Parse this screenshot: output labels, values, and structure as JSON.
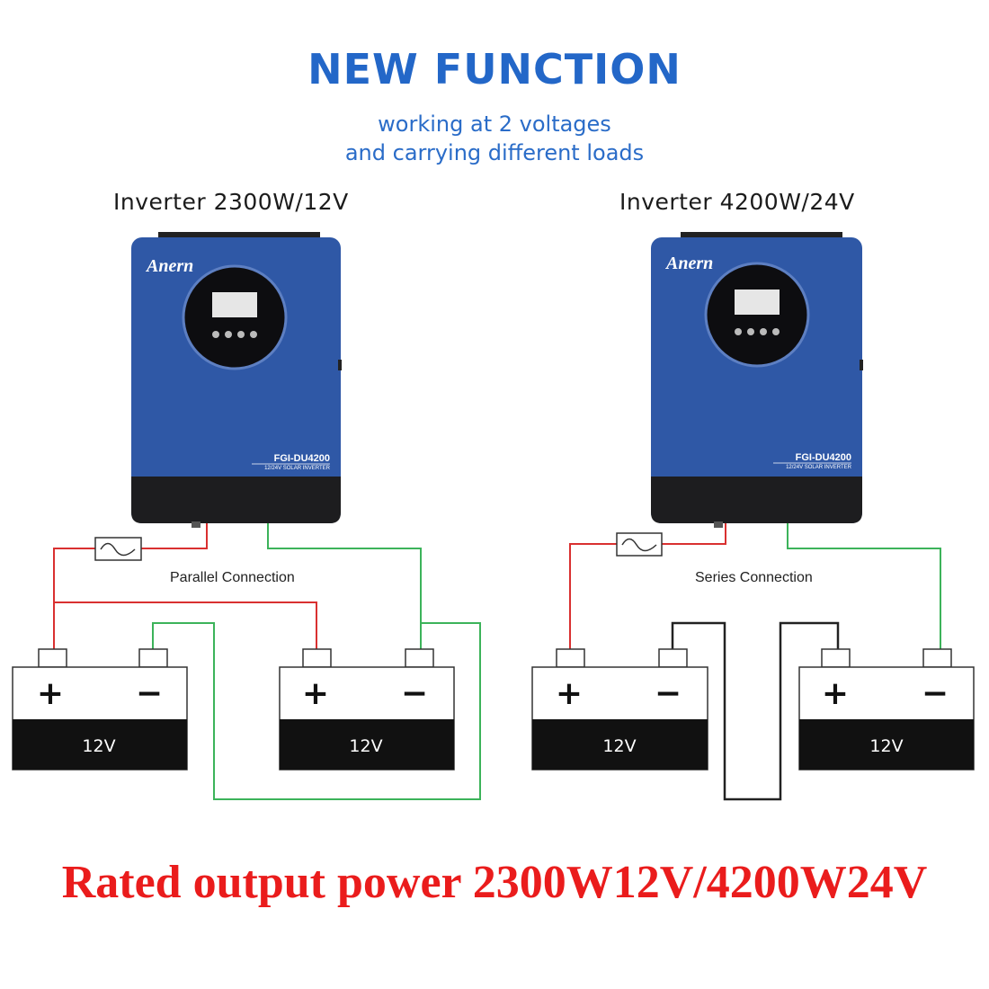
{
  "header": {
    "title": "NEW FUNCTION",
    "subtitle_line1": "working at 2 voltages",
    "subtitle_line2": "and carrying different loads"
  },
  "left_setup": {
    "inverter_label": "Inverter 2300W/12V",
    "brand": "Anern",
    "model": "FGI-DU4200",
    "model_subtitle": "12/24V SOLAR INVERTER",
    "connection_label": "Parallel Connection",
    "battery_1": {
      "plus": "+",
      "minus": "−",
      "voltage": "12V"
    },
    "battery_2": {
      "plus": "+",
      "minus": "−",
      "voltage": "12V"
    }
  },
  "right_setup": {
    "inverter_label": "Inverter 4200W/24V",
    "brand": "Anern",
    "model": "FGI-DU4200",
    "model_subtitle": "12/24V SOLAR INVERTER",
    "connection_label": "Series Connection",
    "battery_1": {
      "plus": "+",
      "minus": "−",
      "voltage": "12V"
    },
    "battery_2": {
      "plus": "+",
      "minus": "−",
      "voltage": "12V"
    }
  },
  "footer": {
    "text": "Rated output power 2300W12V/4200W24V"
  },
  "colors": {
    "title_blue": "#2367c8",
    "inverter_blue": "#2f58a6",
    "positive_wire": "#d93030",
    "negative_wire_green": "#3cb35a",
    "series_wire": "#222222",
    "footer_red": "#ea1c1c"
  }
}
